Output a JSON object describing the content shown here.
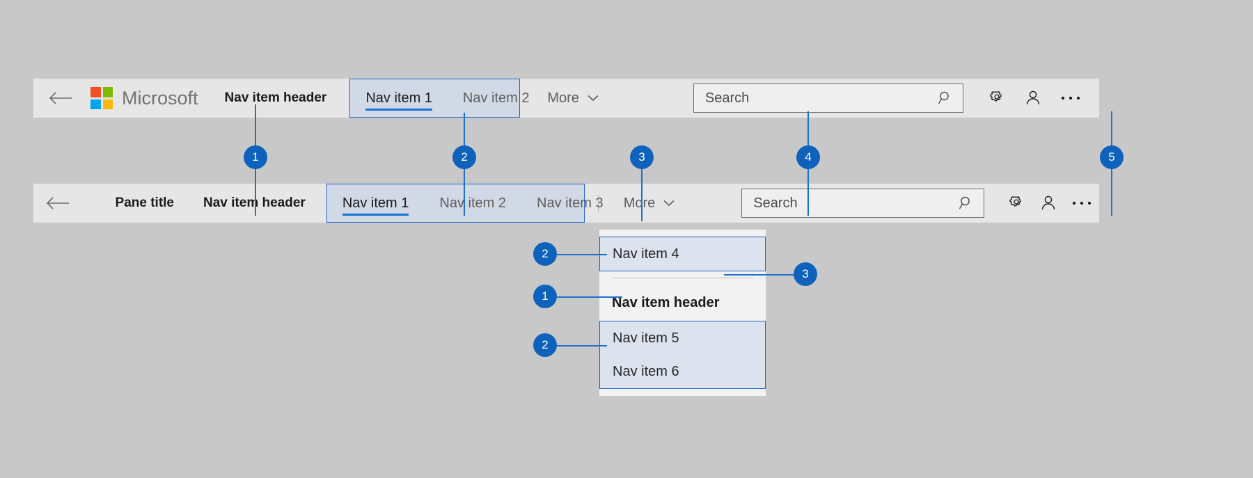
{
  "page": {
    "background": "#c8c8c8",
    "accent": "#0f62bb",
    "highlight_border": "#1f64c8",
    "highlight_fill": "#d2d9e6",
    "toolbar_bg": "#e6e6e6"
  },
  "bar1": {
    "back_icon": "back-arrow-icon",
    "brand_word": "Microsoft",
    "nav_header": "Nav item header",
    "nav_items": [
      {
        "label": "Nav item 1",
        "selected": true
      },
      {
        "label": "Nav item 2",
        "selected": false
      }
    ],
    "more_label": "More",
    "more_icon": "chevron-down-icon",
    "search_placeholder": "Search",
    "search_icon": "search-icon",
    "settings_icon": "gear-icon",
    "account_icon": "person-icon",
    "overflow_icon": "ellipsis-icon"
  },
  "bar2": {
    "back_icon": "back-arrow-icon",
    "pane_title": "Pane title",
    "nav_header": "Nav item header",
    "nav_items": [
      {
        "label": "Nav item 1",
        "selected": true
      },
      {
        "label": "Nav item 2",
        "selected": false
      },
      {
        "label": "Nav item 3",
        "selected": false
      }
    ],
    "more_label": "More",
    "more_icon": "chevron-down-icon",
    "search_placeholder": "Search",
    "search_icon": "search-icon",
    "settings_icon": "gear-icon",
    "account_icon": "person-icon",
    "overflow_icon": "ellipsis-icon"
  },
  "flyout": {
    "top_items": [
      {
        "label": "Nav item 4"
      }
    ],
    "header": "Nav item header",
    "bottom_items": [
      {
        "label": "Nav item 5"
      },
      {
        "label": "Nav item 6"
      }
    ]
  },
  "callouts": {
    "row": [
      {
        "number": "1"
      },
      {
        "number": "2"
      },
      {
        "number": "3"
      },
      {
        "number": "4"
      },
      {
        "number": "5"
      }
    ],
    "flyout": [
      {
        "number": "2"
      },
      {
        "number": "1"
      },
      {
        "number": "2"
      },
      {
        "number": "3"
      }
    ]
  }
}
